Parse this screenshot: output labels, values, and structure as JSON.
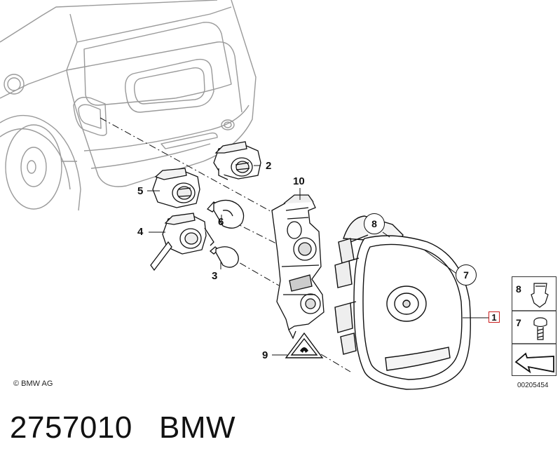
{
  "callouts": {
    "c1": "1",
    "c2": "2",
    "c3": "3",
    "c4": "4",
    "c5": "5",
    "c6": "6",
    "c7": "7",
    "c8": "8",
    "c9": "9",
    "c10": "10"
  },
  "legend": {
    "item_a": "8",
    "item_b": "7"
  },
  "copyright": "© BMW AG",
  "doc_number": "00205454",
  "part_number": "2757010",
  "brand": "BMW",
  "colors": {
    "line": "#111111",
    "highlight_box": "#cc1f1f",
    "car_outline": "#9a9a9a"
  }
}
